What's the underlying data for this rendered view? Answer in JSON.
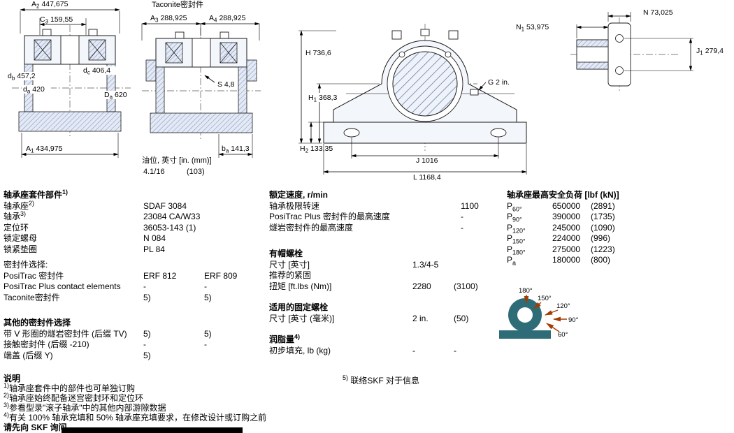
{
  "drawings": {
    "taconite_title": "Taconite密封件",
    "oil_label": "油位, 英寸 [in. (mm)]",
    "oil_in": "4.1/16",
    "oil_mm": "(103)",
    "dims": {
      "A2": {
        "l": "A",
        "s": "2",
        "v": "447,675"
      },
      "C3": {
        "l": "C",
        "s": "3",
        "v": "159,55"
      },
      "db": {
        "l": "d",
        "s": "b",
        "v": "457,2"
      },
      "dc": {
        "l": "d",
        "s": "c",
        "v": "406,4"
      },
      "da": {
        "l": "d",
        "s": "a",
        "v": "420"
      },
      "Da": {
        "l": "D",
        "s": "a",
        "v": "620"
      },
      "A1": {
        "l": "A",
        "s": "1",
        "v": "434,975"
      },
      "A3": {
        "l": "A",
        "s": "3",
        "v": "288,925"
      },
      "A4": {
        "l": "A",
        "s": "4",
        "v": "288,925"
      },
      "S": "S 4,8",
      "ba": {
        "l": "b",
        "s": "a",
        "v": "141,3"
      },
      "H": "H 736,6",
      "H1": {
        "l": "H",
        "s": "1",
        "v": "368,3"
      },
      "H2": {
        "l": "H",
        "s": "2",
        "v": "133,35"
      },
      "G": "G 2 in.",
      "J": "J 1016",
      "L": "L 1168,4",
      "N": "N 73,025",
      "N1": {
        "l": "N",
        "s": "1",
        "v": "53,975"
      },
      "J1": {
        "l": "J",
        "s": "1",
        "v": "279,4"
      }
    }
  },
  "tables": {
    "parts": {
      "title": "轴承座套件部件",
      "title_sup": "1)",
      "rows": [
        {
          "label": "轴承座",
          "sup": "2)",
          "v1": "SDAF 3084"
        },
        {
          "label": "轴承",
          "sup": "3)",
          "v1": "23084 CA/W33"
        },
        {
          "label": "定位环",
          "sup": "",
          "v1": "36053-143 (1)"
        },
        {
          "label": "锁定螺母",
          "sup": "",
          "v1": "N 084"
        },
        {
          "label": "锁紧垫圈",
          "sup": "",
          "v1": "PL 84"
        }
      ]
    },
    "seals": {
      "title": "密封件选择:",
      "rows": [
        {
          "label": "PosiTrac 密封件",
          "v1": "ERF 812",
          "v2": "ERF 809"
        },
        {
          "label": "PosiTrac Plus contact elements",
          "v1": "-",
          "v2": "-"
        },
        {
          "label": "Taconite密封件",
          "v1": "5)",
          "v2": "5)"
        }
      ]
    },
    "other_seals": {
      "title": "其他的密封件选择",
      "rows": [
        {
          "label": "带 V 形圈的燧岩密封件 (后缀 TV)",
          "v1": "5)",
          "v2": "5)"
        },
        {
          "label": "接触密封件 (后缀 -210)",
          "v1": "-",
          "v2": "-"
        },
        {
          "label": "端盖 (后缀 Y)",
          "v1": "5)",
          "v2": ""
        }
      ]
    },
    "speeds": {
      "title": "额定速度, r/min",
      "rows": [
        {
          "label": "轴承极限转速",
          "v": "1100"
        },
        {
          "label": "PosiTrac Plus 密封件的最高速度",
          "v": "-"
        },
        {
          "label": "燧岩密封件的最高速度",
          "v": "-"
        }
      ]
    },
    "cap_bolts": {
      "title": "有帽螺栓",
      "size_label": "尺寸 [英寸]",
      "size_value": "1.3/4-5",
      "rec_label": "推荐的紧固",
      "torque_label": "扭矩 [ft.lbs (Nm)]",
      "torque_v1": "2280",
      "torque_v2": "(3100)"
    },
    "foundation_bolts": {
      "title": "适用的固定螺栓",
      "size_label": "尺寸 [英寸 (毫米)]",
      "v1": "2 in.",
      "v2": "(50)"
    },
    "grease": {
      "title": "润脂量",
      "title_sup": "4)",
      "row_label": "初步填充, lb (kg)",
      "v1": "-",
      "v2": "-"
    },
    "loads": {
      "title": "轴承座最高安全负荷 [lbf (kN)]",
      "rows": [
        {
          "l": "P",
          "s": "60°",
          "v1": "650000",
          "v2": "(2891)"
        },
        {
          "l": "P",
          "s": "90°",
          "v1": "390000",
          "v2": "(1735)"
        },
        {
          "l": "P",
          "s": "120°",
          "v1": "245000",
          "v2": "(1090)"
        },
        {
          "l": "P",
          "s": "150°",
          "v1": "224000",
          "v2": "(996)"
        },
        {
          "l": "P",
          "s": "180°",
          "v1": "275000",
          "v2": "(1223)"
        },
        {
          "l": "P",
          "s": "a",
          "v1": "180000",
          "v2": "(800)"
        }
      ]
    }
  },
  "load_diagram": {
    "angles": [
      "180°",
      "150°",
      "120°",
      "90°",
      "60°"
    ],
    "housing_color": "#2e6d78",
    "arrow_color": "#a33c00"
  },
  "note5": {
    "sup": "5)",
    "text": "联络SKF 对于信息"
  },
  "notes": {
    "title": "说明",
    "n1_sup": "1)",
    "n1": "轴承座套件中的部件也可单独订购",
    "n2_sup": "2)",
    "n2": "轴承座始终配备迷宫密封环和定位环",
    "n3_sup": "3)",
    "n3": "参看型录\"滚子轴承\"中的其他内部游隙数据",
    "n4_sup": "4)",
    "n4": "有关 100% 轴承充填和 50% 轴承座充填要求，在修改设计或订购之前",
    "n5": "请先向 SKF 询问"
  }
}
